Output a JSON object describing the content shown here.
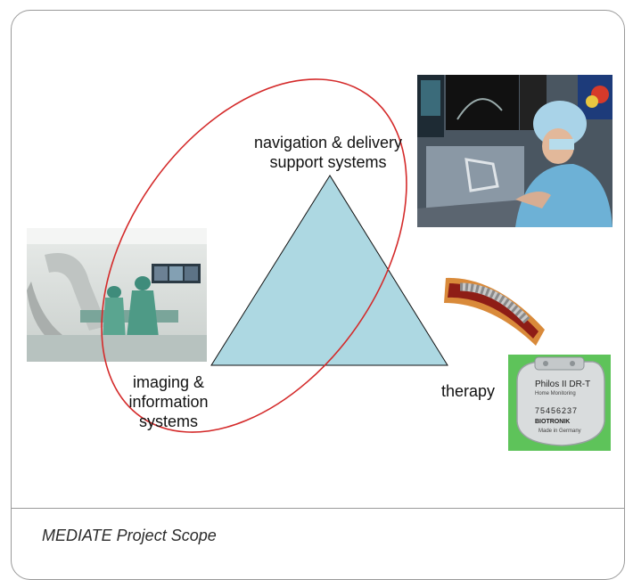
{
  "diagram": {
    "top_label_line1": "navigation & delivery",
    "top_label_line2": "support systems",
    "left_label_line1": "imaging &",
    "left_label_line2": "information",
    "left_label_line3": "systems",
    "right_label": "therapy",
    "triangle_fill": "#add8e2",
    "ellipse_stroke": "#d42a2a"
  },
  "pacemaker": {
    "model": "Philos II DR-T",
    "sub": "Home Monitoring",
    "serial": "75456237",
    "brand": "BIOTRONIK",
    "origin": "Made in Germany"
  },
  "footer": {
    "caption": "MEDIATE Project Scope"
  }
}
